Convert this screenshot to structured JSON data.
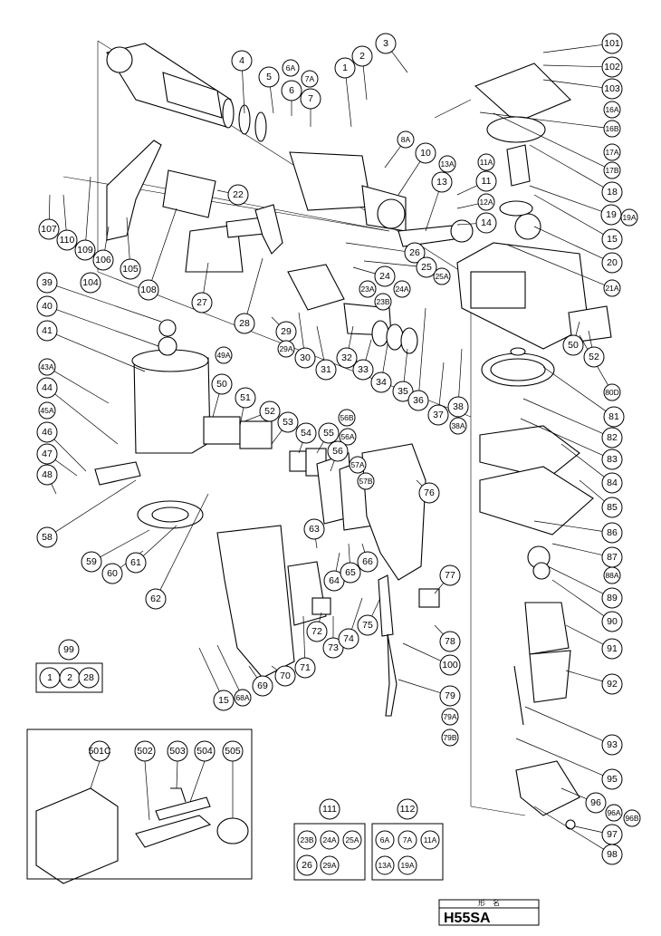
{
  "model": {
    "header": "形　名",
    "name": "H55SA"
  },
  "set_99": {
    "label": "99",
    "items": [
      "1",
      "2",
      "28"
    ]
  },
  "set_111": {
    "label": "111",
    "items": [
      "23B",
      "24A",
      "25A",
      "26",
      "29A"
    ]
  },
  "set_112": {
    "label": "112",
    "items": [
      "6A",
      "7A",
      "11A",
      "13A",
      "19A"
    ]
  },
  "accessories": [
    "501C",
    "502",
    "503",
    "504",
    "505"
  ],
  "parts": [
    {
      "id": "1"
    },
    {
      "id": "2"
    },
    {
      "id": "3"
    },
    {
      "id": "4"
    },
    {
      "id": "5"
    },
    {
      "id": "6A"
    },
    {
      "id": "6"
    },
    {
      "id": "7A"
    },
    {
      "id": "7"
    },
    {
      "id": "8A"
    },
    {
      "id": "10"
    },
    {
      "id": "13A"
    },
    {
      "id": "13"
    },
    {
      "id": "11A"
    },
    {
      "id": "11"
    },
    {
      "id": "12A"
    },
    {
      "id": "14"
    },
    {
      "id": "22"
    },
    {
      "id": "26"
    },
    {
      "id": "25"
    },
    {
      "id": "25A"
    },
    {
      "id": "24"
    },
    {
      "id": "24A"
    },
    {
      "id": "23A"
    },
    {
      "id": "23B"
    },
    {
      "id": "27"
    },
    {
      "id": "28"
    },
    {
      "id": "29"
    },
    {
      "id": "29A"
    },
    {
      "id": "30"
    },
    {
      "id": "31"
    },
    {
      "id": "32"
    },
    {
      "id": "33"
    },
    {
      "id": "34"
    },
    {
      "id": "35"
    },
    {
      "id": "36"
    },
    {
      "id": "37"
    },
    {
      "id": "38"
    },
    {
      "id": "38A"
    },
    {
      "id": "101"
    },
    {
      "id": "102"
    },
    {
      "id": "103"
    },
    {
      "id": "16A"
    },
    {
      "id": "16B"
    },
    {
      "id": "17A"
    },
    {
      "id": "17B"
    },
    {
      "id": "18"
    },
    {
      "id": "19"
    },
    {
      "id": "19A"
    },
    {
      "id": "15"
    },
    {
      "id": "20"
    },
    {
      "id": "21A"
    },
    {
      "id": "50"
    },
    {
      "id": "52"
    },
    {
      "id": "80D"
    },
    {
      "id": "81"
    },
    {
      "id": "82"
    },
    {
      "id": "83"
    },
    {
      "id": "84"
    },
    {
      "id": "85"
    },
    {
      "id": "86"
    },
    {
      "id": "87"
    },
    {
      "id": "88A"
    },
    {
      "id": "89"
    },
    {
      "id": "90"
    },
    {
      "id": "91"
    },
    {
      "id": "92"
    },
    {
      "id": "93"
    },
    {
      "id": "95"
    },
    {
      "id": "96"
    },
    {
      "id": "96A"
    },
    {
      "id": "96B"
    },
    {
      "id": "97"
    },
    {
      "id": "98"
    },
    {
      "id": "107"
    },
    {
      "id": "110"
    },
    {
      "id": "109"
    },
    {
      "id": "106"
    },
    {
      "id": "104"
    },
    {
      "id": "105"
    },
    {
      "id": "108"
    },
    {
      "id": "39"
    },
    {
      "id": "40"
    },
    {
      "id": "41"
    },
    {
      "id": "43A"
    },
    {
      "id": "44"
    },
    {
      "id": "45A"
    },
    {
      "id": "46"
    },
    {
      "id": "47"
    },
    {
      "id": "48"
    },
    {
      "id": "58"
    },
    {
      "id": "59"
    },
    {
      "id": "60"
    },
    {
      "id": "61"
    },
    {
      "id": "62"
    },
    {
      "id": "49A"
    },
    {
      "id": "51"
    },
    {
      "id": "53"
    },
    {
      "id": "54"
    },
    {
      "id": "55"
    },
    {
      "id": "56B"
    },
    {
      "id": "56A"
    },
    {
      "id": "56"
    },
    {
      "id": "57A"
    },
    {
      "id": "57B"
    },
    {
      "id": "76"
    },
    {
      "id": "63"
    },
    {
      "id": "64"
    },
    {
      "id": "65"
    },
    {
      "id": "66"
    },
    {
      "id": "71"
    },
    {
      "id": "72"
    },
    {
      "id": "73"
    },
    {
      "id": "74"
    },
    {
      "id": "75"
    },
    {
      "id": "77"
    },
    {
      "id": "78"
    },
    {
      "id": "100"
    },
    {
      "id": "79"
    },
    {
      "id": "79A"
    },
    {
      "id": "79B"
    },
    {
      "id": "68A"
    },
    {
      "id": "69"
    },
    {
      "id": "70"
    }
  ]
}
